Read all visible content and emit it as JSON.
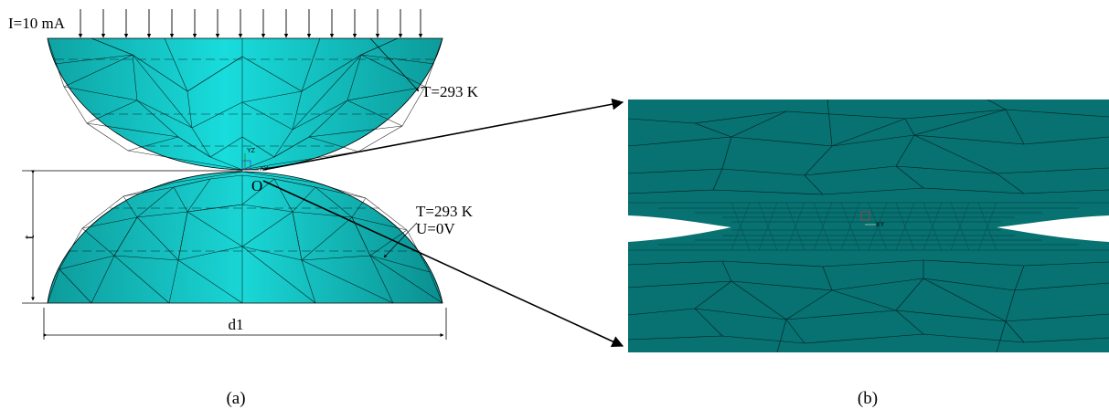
{
  "panel_a": {
    "current_label": "I=10 mA",
    "temp_top_label": "T=293 K",
    "temp_bottom_label": "T=293 K",
    "voltage_label": "U=0V",
    "thickness_label": "t",
    "diameter_label": "d1",
    "origin_label": "O",
    "caption": "(a)"
  },
  "panel_b": {
    "caption": "(b)"
  },
  "colors": {
    "mesh_fill_light": "#19dcdc",
    "mesh_fill_dark": "#0aa8a8",
    "zoom_fill": "#076f6f",
    "mesh_line": "#000000"
  }
}
